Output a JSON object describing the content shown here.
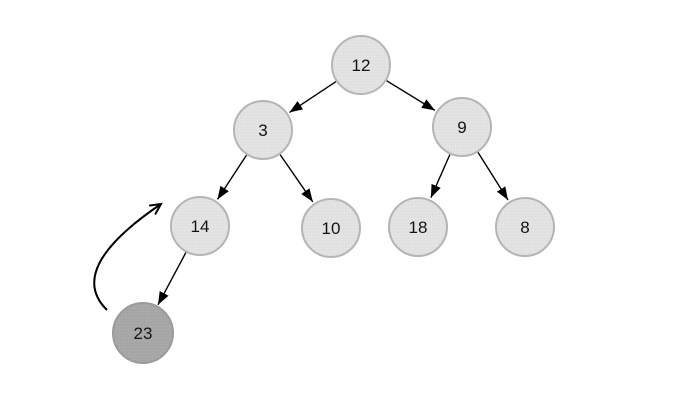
{
  "diagram": {
    "type": "binary-tree",
    "background": "#ffffff",
    "colors": {
      "node_fill": "#e4e4e4",
      "node_dot": "#cbcbcb",
      "node_border": "#b5b5b5",
      "highlight_fill": "#a9a9a9",
      "highlight_dot": "#8f8f8f",
      "highlight_border": "#9a9a9a",
      "edge_color": "#000000",
      "text_color": "#141414"
    },
    "nodes": [
      {
        "id": "12",
        "value": "12",
        "highlighted": false
      },
      {
        "id": "3",
        "value": "3",
        "highlighted": false
      },
      {
        "id": "9",
        "value": "9",
        "highlighted": false
      },
      {
        "id": "14",
        "value": "14",
        "highlighted": false
      },
      {
        "id": "10",
        "value": "10",
        "highlighted": false
      },
      {
        "id": "18",
        "value": "18",
        "highlighted": false
      },
      {
        "id": "8",
        "value": "8",
        "highlighted": false
      },
      {
        "id": "23",
        "value": "23",
        "highlighted": true
      }
    ],
    "edges": [
      {
        "from": "12",
        "to": "3"
      },
      {
        "from": "12",
        "to": "9"
      },
      {
        "from": "3",
        "to": "14"
      },
      {
        "from": "3",
        "to": "10"
      },
      {
        "from": "9",
        "to": "18"
      },
      {
        "from": "9",
        "to": "8"
      },
      {
        "from": "14",
        "to": "23"
      }
    ],
    "annotation": {
      "type": "curved-arrow",
      "description": "curved open-head arrow pointing from beside node 23 up toward node 14"
    }
  }
}
